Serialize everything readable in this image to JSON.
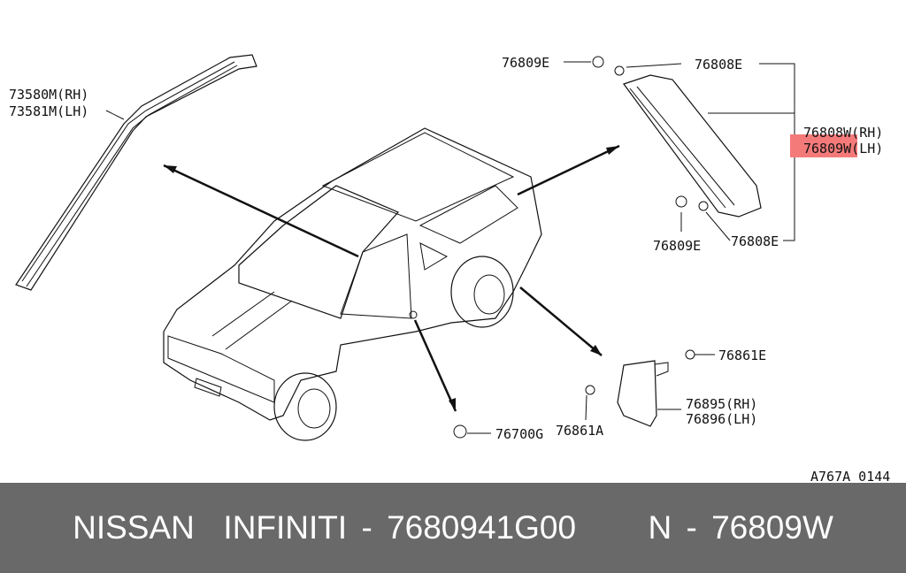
{
  "labels": {
    "moulding_rh": "73580M(RH)",
    "moulding_lh": "73581M(LH)",
    "clip_top": "76809E",
    "screw_top": "76808E",
    "garnish_rh": "76808W(RH)",
    "garnish_lh_prefix": "76809",
    "garnish_lh_suffix": "W(LH)",
    "clip_bottom": "76809E",
    "screw_bottom": "76808E",
    "nut": "76861E",
    "mudguard_rh": "76895(RH)",
    "mudguard_lh": "76896(LH)",
    "bolt": "76861A",
    "grommet": "76700G",
    "diagram_code": "A767A 0144"
  },
  "highlight_color": "#f47a7a",
  "footer": {
    "brand": "NISSAN  INFINITI",
    "separator1": " - ",
    "part_number": "7680941G00",
    "gap": "     ",
    "ref_prefix": "N",
    "separator2": " - ",
    "ref_number": "76809W"
  }
}
